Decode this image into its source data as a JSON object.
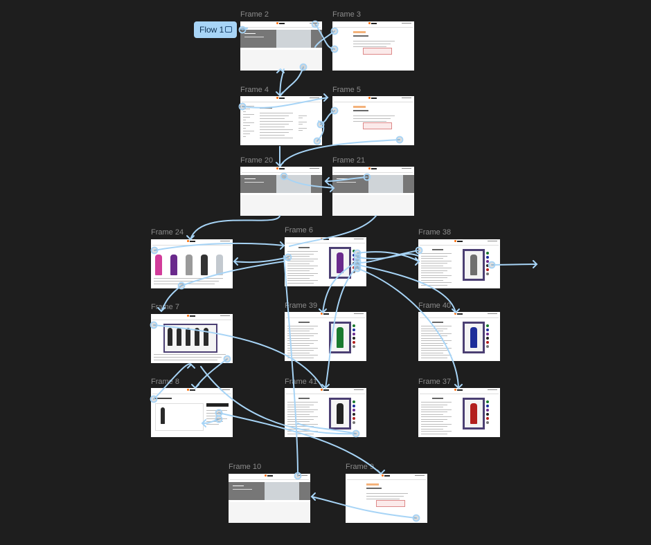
{
  "flow": {
    "label": "Flow 1",
    "icon": "play-frame-icon"
  },
  "frames": [
    {
      "id": "f2",
      "label": "Frame 2",
      "kind": "hero"
    },
    {
      "id": "f3",
      "label": "Frame 3",
      "kind": "plain"
    },
    {
      "id": "f4",
      "label": "Frame 4",
      "kind": "doc"
    },
    {
      "id": "f5",
      "label": "Frame 5",
      "kind": "plain"
    },
    {
      "id": "f20",
      "label": "Frame 20",
      "kind": "hero"
    },
    {
      "id": "f21",
      "label": "Frame 21",
      "kind": "hero"
    },
    {
      "id": "f24",
      "label": "Frame 24",
      "kind": "listing"
    },
    {
      "id": "f6",
      "label": "Frame 6",
      "kind": "product",
      "color": "#6a2a8c"
    },
    {
      "id": "f38",
      "label": "Frame 38",
      "kind": "product",
      "color": "#6f6f6f"
    },
    {
      "id": "f7",
      "label": "Frame 7",
      "kind": "gallery"
    },
    {
      "id": "f39",
      "label": "Frame 39",
      "kind": "product",
      "color": "#1a7a2e"
    },
    {
      "id": "f40",
      "label": "Frame 40",
      "kind": "product",
      "color": "#1c2d9a"
    },
    {
      "id": "f8",
      "label": "Frame 8",
      "kind": "cart"
    },
    {
      "id": "f41",
      "label": "Frame 41",
      "kind": "product",
      "color": "#222222"
    },
    {
      "id": "f37",
      "label": "Frame 37",
      "kind": "product",
      "color": "#b3201e"
    },
    {
      "id": "f10",
      "label": "Frame 10",
      "kind": "hero"
    },
    {
      "id": "f9",
      "label": "Frame 9",
      "kind": "plain"
    }
  ],
  "colors": {
    "canvas": "#1e1e1e",
    "wire": "#a7d4f6",
    "flow_badge": "#a7d4f6",
    "frame_label": "#8c8c8c"
  }
}
